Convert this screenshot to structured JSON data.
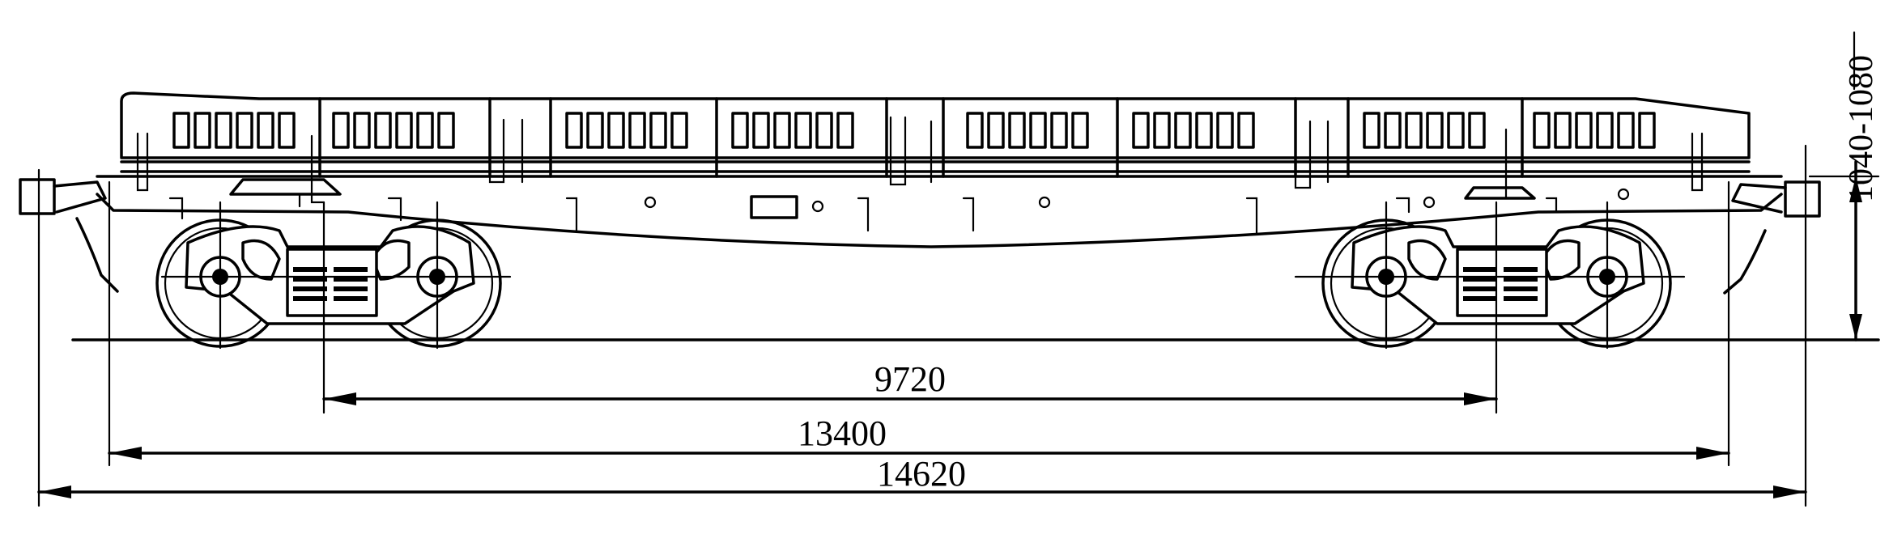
{
  "dimensions": {
    "bogie_centers": "9720",
    "length_over_frame": "13400",
    "length_over_couplers": "14620",
    "deck_height": "1040-1080"
  }
}
